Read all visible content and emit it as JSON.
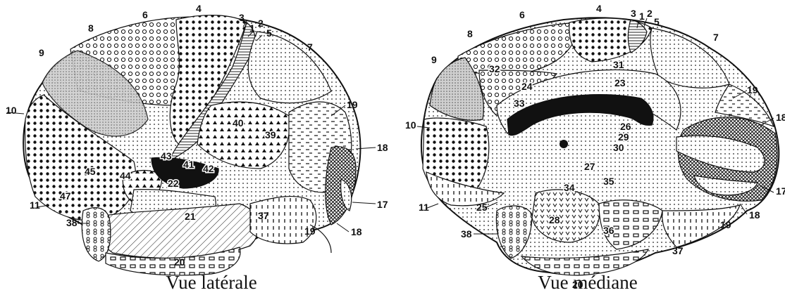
{
  "views": [
    {
      "caption": "Vue latérale",
      "areas": [
        "1",
        "2",
        "3",
        "4",
        "5",
        "6",
        "7",
        "8",
        "9",
        "10",
        "11",
        "17",
        "18",
        "18",
        "19",
        "19",
        "20",
        "21",
        "22",
        "37",
        "38",
        "39",
        "40",
        "41",
        "42",
        "43",
        "44",
        "45",
        "47"
      ]
    },
    {
      "caption": "Vue médiane",
      "areas": [
        "1",
        "2",
        "3",
        "4",
        "5",
        "6",
        "7",
        "8",
        "9",
        "10",
        "11",
        "17",
        "18",
        "18",
        "19",
        "19",
        "20",
        "23",
        "24",
        "25",
        "26",
        "27",
        "28",
        "29",
        "30",
        "31",
        "32",
        "33",
        "34",
        "35",
        "36",
        "37",
        "38"
      ]
    }
  ],
  "pattern_icons": [
    "coarse-dots-pattern",
    "circles-pattern",
    "fine-dots-pattern",
    "hatched-pattern",
    "dashes-pattern",
    "crosshatch-pattern",
    "solid-black-pattern"
  ]
}
